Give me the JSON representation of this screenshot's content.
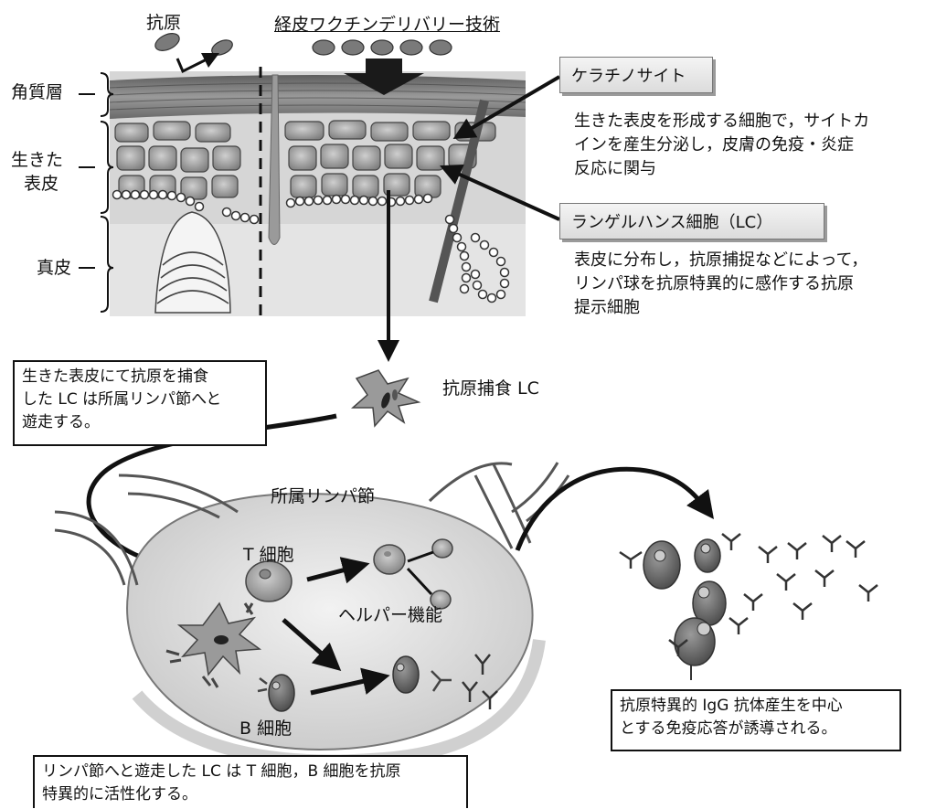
{
  "labels": {
    "antigen": "抗原",
    "technique": "経皮ワクチンデリバリー技術",
    "stratum_corneum": "角質層",
    "living_epidermis_1": "生きた",
    "living_epidermis_2": "表皮",
    "dermis": "真皮",
    "antigen_capturing_lc": "抗原捕食 LC",
    "lymph_node": "所属リンパ節",
    "t_cell": "T 細胞",
    "helper_function": "ヘルパー機能",
    "b_cell": "B 細胞"
  },
  "callouts": {
    "keratinocyte": {
      "title": "ケラチノサイト",
      "desc": [
        "生きた表皮を形成する細胞で，サイトカ",
        "インを産生分泌し，皮膚の免疫・炎症",
        "反応に関与"
      ]
    },
    "langerhans": {
      "title": "ランゲルハンス細胞（LC）",
      "desc": [
        "表皮に分布し，抗原捕捉などによって，",
        "リンパ球を抗原特異的に感作する抗原",
        "提示細胞"
      ]
    }
  },
  "boxes": {
    "migration": [
      "生きた表皮にて抗原を捕食",
      "した LC は所属リンパ節へと",
      "遊走する。"
    ],
    "igg": [
      "抗原特異的 IgG 抗体産生を中心",
      "とする免疫応答が誘導される。"
    ],
    "activation": [
      "リンパ節へと遊走した LC は T 細胞，B 細胞を抗原",
      "特異的に活性化する。"
    ]
  }
}
